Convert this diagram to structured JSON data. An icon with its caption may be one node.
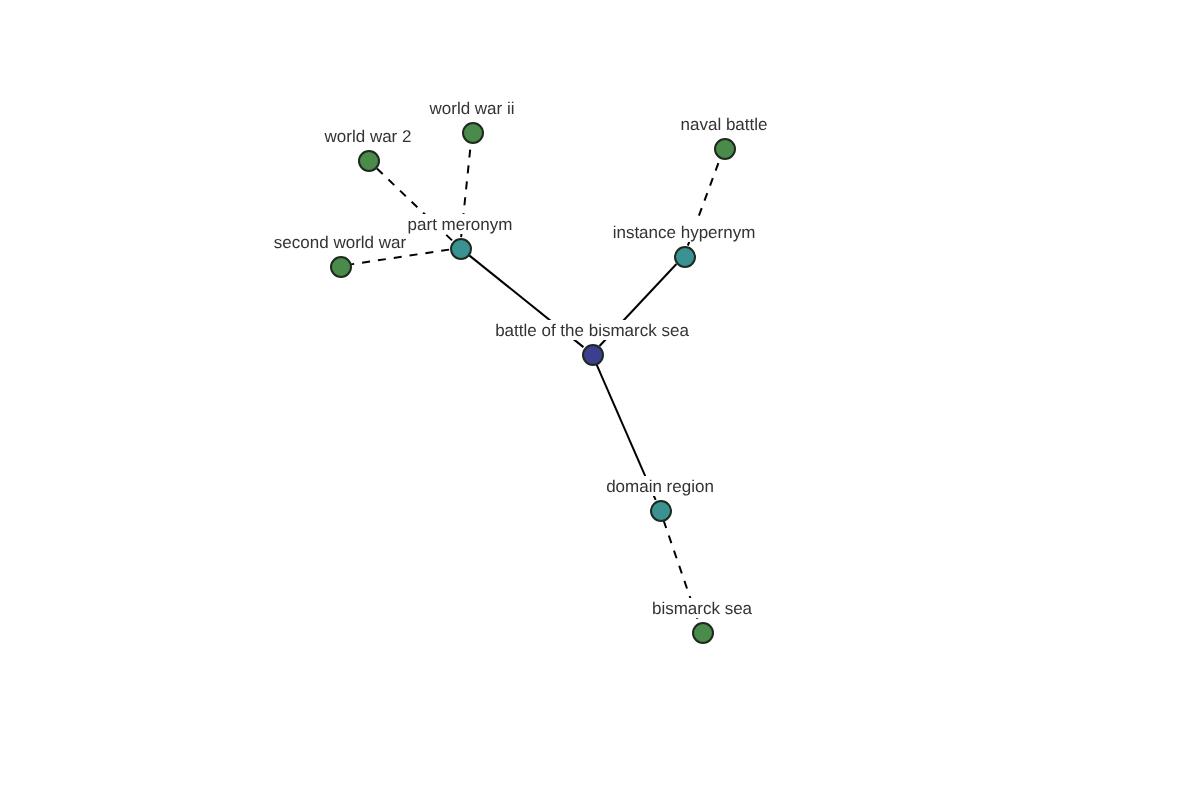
{
  "diagram": {
    "nodes": [
      {
        "text": [
          "battle of the bismarck sea"
        ]
      },
      {
        "text": [
          "part meronym"
        ]
      },
      {
        "text": [
          "instance hypernym"
        ]
      },
      {
        "text": [
          "domain region"
        ]
      },
      {
        "text": [
          "world war ii"
        ]
      },
      {
        "text": [
          "world war 2"
        ]
      },
      {
        "text": [
          "second world war"
        ]
      },
      {
        "text": [
          "naval battle"
        ]
      },
      {
        "text": [
          "bismarck sea"
        ]
      }
    ],
    "edges": [
      {
        "from": 0,
        "to": 1,
        "arrow": "none"
      },
      {
        "from": 0,
        "to": 2,
        "arrow": "none"
      },
      {
        "from": 0,
        "to": 3,
        "arrow": "none"
      },
      {
        "from": 1,
        "to": 4,
        "arrow": "none",
        "style": "dashed"
      },
      {
        "from": 1,
        "to": 5,
        "arrow": "none",
        "style": "dashed"
      },
      {
        "from": 1,
        "to": 6,
        "arrow": "none",
        "style": "dashed"
      },
      {
        "from": 2,
        "to": 7,
        "arrow": "none",
        "style": "dashed"
      },
      {
        "from": 3,
        "to": 8,
        "arrow": "none",
        "style": "dashed"
      }
    ]
  }
}
